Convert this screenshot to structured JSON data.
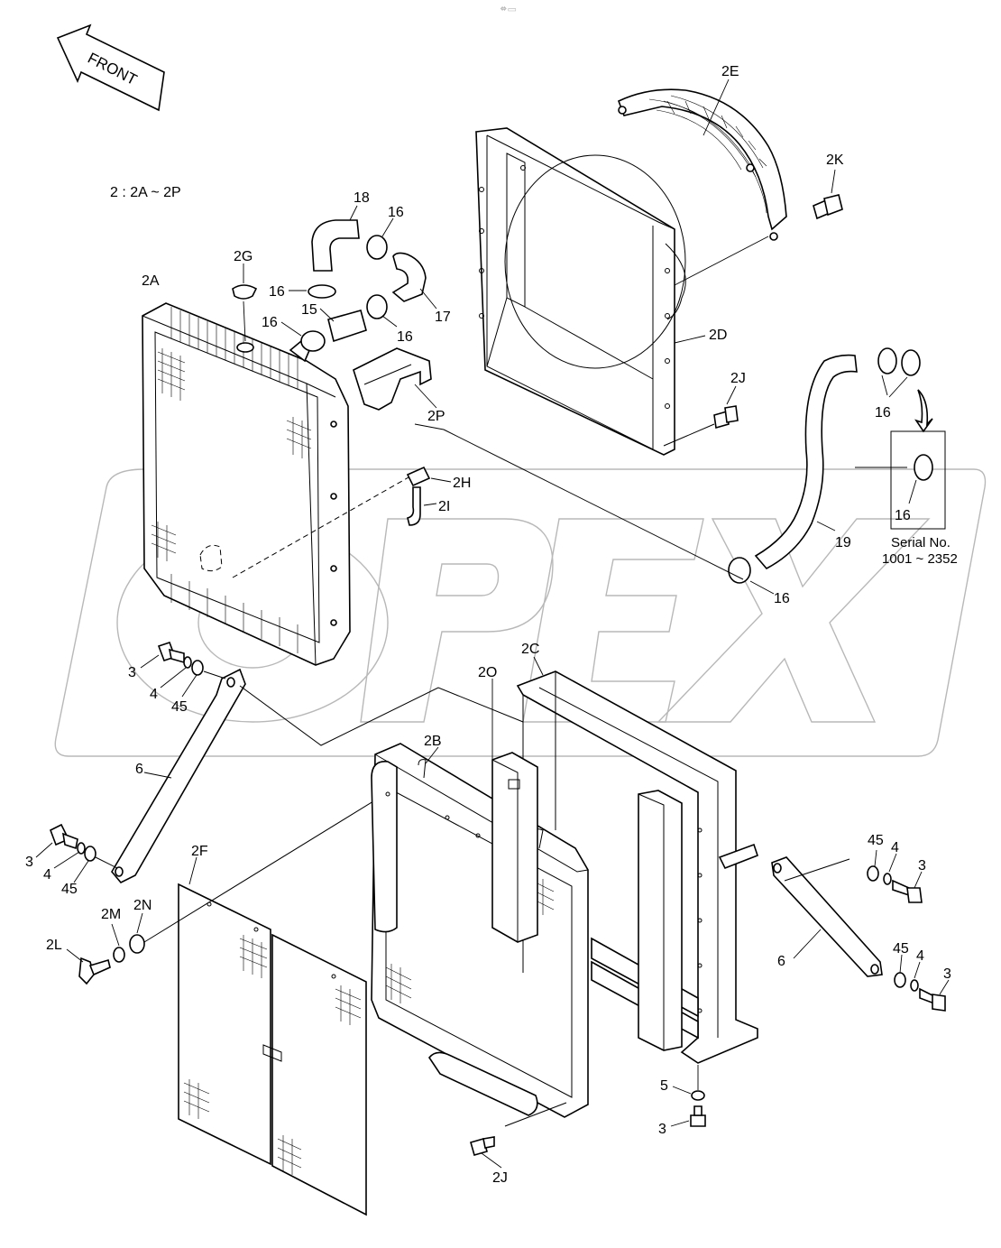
{
  "front_arrow": "FRONT",
  "group_note": "2 : 2A ~ 2P",
  "serial_box": {
    "part": "16",
    "title": "Serial No.",
    "range": "1001 ~ 2352"
  },
  "labels": {
    "p2A": "2A",
    "p2B": "2B",
    "p2C": "2C",
    "p2D": "2D",
    "p2E": "2E",
    "p2F": "2F",
    "p2G": "2G",
    "p2H": "2H",
    "p2I": "2I",
    "p2J_top": "2J",
    "p2J_bottom": "2J",
    "p2K": "2K",
    "p2L": "2L",
    "p2M": "2M",
    "p2N": "2N",
    "p2O": "2O",
    "p2P": "2P",
    "p3_left_top": "3",
    "p4_left_top": "4",
    "p45_left_top": "45",
    "p3_left_bot": "3",
    "p4_left_bot": "4",
    "p45_left_bot": "45",
    "p6_left": "6",
    "p6_right": "6",
    "p45_right_top": "45",
    "p4_right_top": "4",
    "p3_right_top": "3",
    "p45_right_bot": "45",
    "p4_right_bot": "4",
    "p3_right_bot": "3",
    "p5": "5",
    "p3_bottom": "3",
    "p15": "15",
    "p16_a": "16",
    "p16_b": "16",
    "p16_c": "16",
    "p16_d": "16",
    "p16_e": "16",
    "p16_f": "16",
    "p17": "17",
    "p18": "18",
    "p19": "19"
  },
  "watermark": "OPEX"
}
